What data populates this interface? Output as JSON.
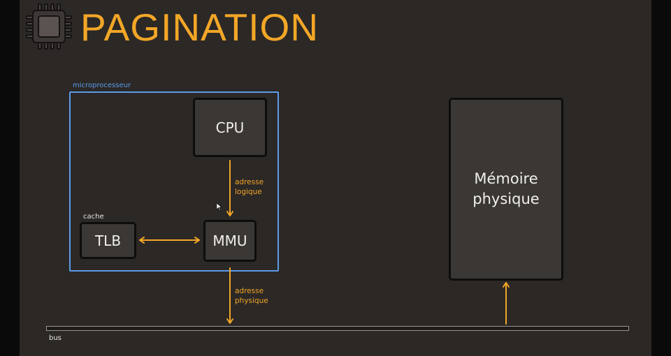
{
  "slide": {
    "title": "PAGINATION"
  },
  "diagram": {
    "microprocessor_label": "microprocesseur",
    "cache_label": "cache",
    "cpu_label": "CPU",
    "mmu_label": "MMU",
    "tlb_label": "TLB",
    "memory_label_line1": "Mémoire",
    "memory_label_line2": "physique",
    "logical_address_line1": "adresse",
    "logical_address_line2": "logique",
    "physical_address_line1": "adresse",
    "physical_address_line2": "physique",
    "bus_label": "bus"
  },
  "colors": {
    "accent": "#f3a627",
    "microprocessor_border": "#5b9be8",
    "box_fill": "#3b3735",
    "background": "#2b2826"
  },
  "icons": {
    "logo": "microchip-icon"
  }
}
